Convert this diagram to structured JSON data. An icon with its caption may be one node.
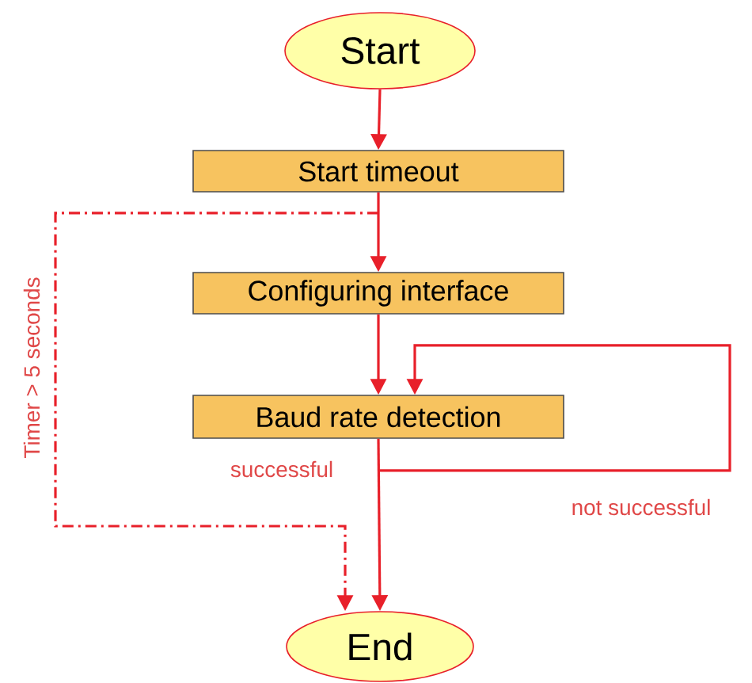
{
  "diagram": {
    "nodes": [
      {
        "text": [
          "Start"
        ]
      },
      {
        "text": [
          "Start timeout"
        ]
      },
      {
        "text": [
          "Configuring interface"
        ]
      },
      {
        "text": [
          "Baud rate detection"
        ]
      },
      {
        "text": [
          "End"
        ]
      }
    ],
    "edges": [
      {
        "from": 0,
        "to": 1,
        "arrow": "to"
      },
      {
        "from": 1,
        "to": 2,
        "arrow": "to"
      },
      {
        "from": 2,
        "to": 3,
        "arrow": "to"
      },
      {
        "from": 3,
        "to": 4,
        "arrow": "to",
        "label": "successful"
      },
      {
        "from": 3,
        "to": 3,
        "arrow": "to",
        "label": "not successful"
      },
      {
        "from": 1,
        "to": 4,
        "arrow": "to",
        "label": "Timer > 5 seconds",
        "style": "dashed"
      }
    ]
  }
}
